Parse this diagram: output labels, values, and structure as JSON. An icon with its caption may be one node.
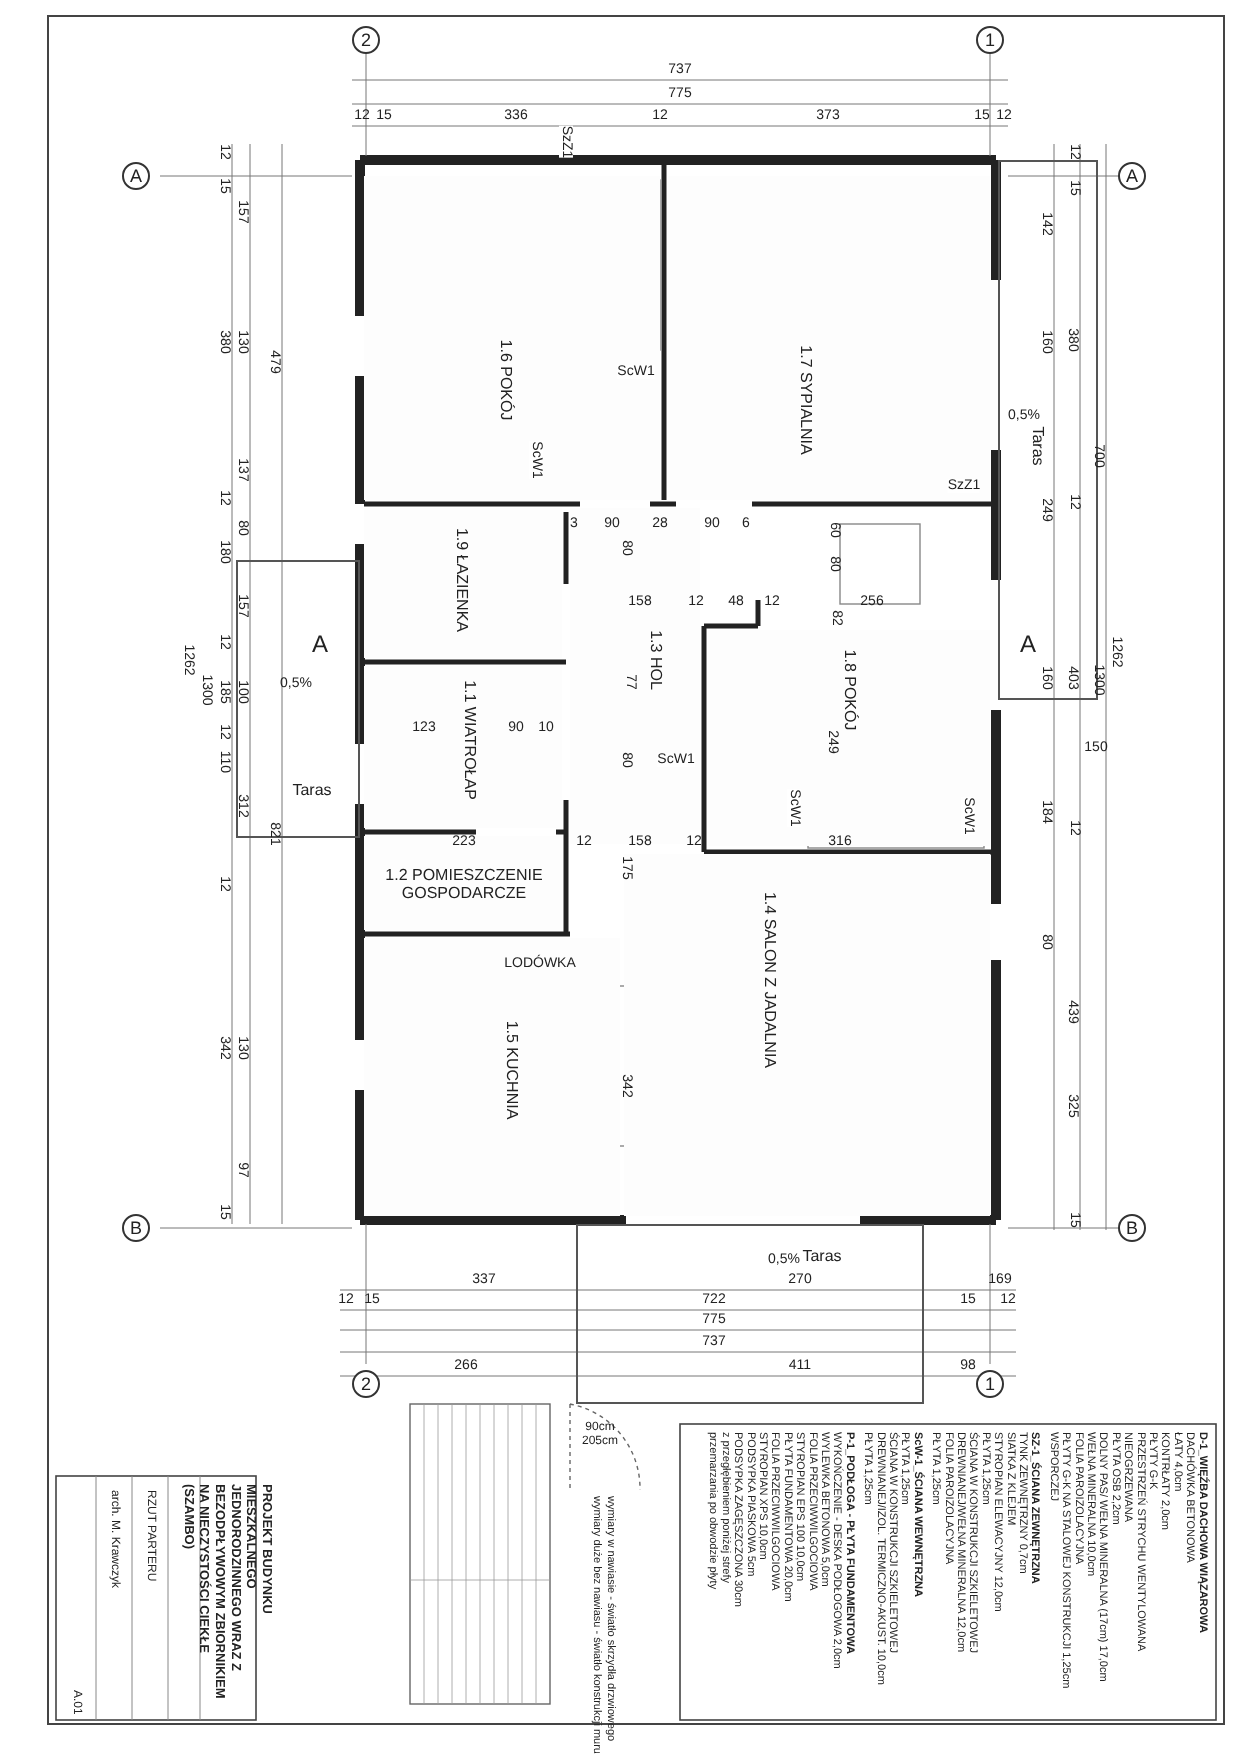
{
  "diagram": {
    "nodes": [
      {
        "text": [
          "1.6 POKÓJ"
        ]
      },
      {
        "text": [
          "1.7 SYPIALNIA"
        ]
      },
      {
        "text": [
          "1.9 ŁAZIENKA"
        ]
      },
      {
        "text": [
          "1.3 HOL"
        ]
      },
      {
        "text": [
          "1.8 POKÓJ"
        ]
      },
      {
        "text": [
          "1.1 WIATROŁAP"
        ]
      },
      {
        "text": [
          "1.2 POMIESZCZENIE GOSPODARCZE"
        ]
      },
      {
        "text": [
          "1.4 SALON Z JADALNIA"
        ]
      },
      {
        "text": [
          "1.5 KUCHNIA"
        ]
      },
      {
        "text": [
          "Taras"
        ]
      },
      {
        "text": [
          "Taras"
        ]
      },
      {
        "text": [
          "Taras"
        ]
      }
    ],
    "labels": [
      "2",
      "1",
      "737",
      "775",
      "12",
      "15",
      "336",
      "12",
      "373",
      "15",
      "12",
      "A",
      "A",
      "B",
      "B",
      "12",
      "15",
      "157",
      "380",
      "130",
      "479",
      "137",
      "12",
      "80",
      "180",
      "157",
      "12",
      "185",
      "100",
      "12",
      "110",
      "312",
      "821",
      "12",
      "342",
      "130",
      "97",
      "15",
      "1300",
      "1262",
      "12",
      "15",
      "142",
      "160",
      "380",
      "700",
      "12",
      "249",
      "160",
      "403",
      "1300",
      "1262",
      "150",
      "184",
      "12",
      "80",
      "439",
      "325",
      "15",
      "337",
      "270",
      "169",
      "12",
      "15",
      "722",
      "15",
      "12",
      "775",
      "737",
      "266",
      "411",
      "98",
      "2",
      "1",
      "SzZ1",
      "ScW1",
      "ScW1",
      "SzZ1",
      "3",
      "90",
      "28",
      "90",
      "6",
      "80",
      "60",
      "80",
      "158",
      "12",
      "48",
      "12",
      "256",
      "82",
      "77",
      "123",
      "90",
      "10",
      "80",
      "ScW1",
      "249",
      "ScW1",
      "ScW1",
      "223",
      "12",
      "158",
      "12",
      "316",
      "175",
      "LODÓWKA",
      "342",
      "0,5%",
      "0,5%",
      "0,5%",
      "A",
      "A",
      "D-1_WIĘŹBA DACHOWA WIĄZAROWA",
      "DACHÓWKA BETONOWA",
      "ŁATY 4,0cm",
      "KONTRŁATY 2,0cm",
      "PŁYTY G-K",
      "PRZESTRZEŃ STRYCHU WENTYLOWANA",
      "NIEOGRZEWANA",
      "PŁYTA OSB 2,2cm",
      "DOLNY PAS/ WEŁNA MINERALNA (17cm) 17,0cm",
      "WEŁNA MINERALNA 10,0cm",
      "FOLIA PAROIZOLACYJNA",
      "PŁYTY G-K NA STALOWEJ KONSTRUKCJI 1,25cm",
      "WSPORCZEJ",
      "SZ-1_ŚCIANA ZEWNĘTRZNA",
      "TYNK ZEWNĘTRZNY 0,7cm",
      "SIATKA Z KLEJEM",
      "STYROPIAN ELEWACYJNY 12,0cm",
      "PŁYTA 1,25cm",
      "ŚCIANA W KONSTRUKCJI SZKIELETOWEJ",
      "DREWNIANEJ/WEŁNA MINERALNA 12,0cm",
      "FOLIA PAROIZOLACYJNA",
      "PŁYTA 1,25cm",
      "ScW-1_ŚCIANA WEWNĘTRZNA",
      "PŁYTA 1,25cm",
      "ŚCIANA W KONSTRUKCJI SZKIELETOWEJ",
      "DREWNIANEJ/IZOL. TERMICZNO-AKUST. 10,0cm",
      "PŁYTA 1,25cm",
      "P-1_PODŁOGA - PŁYTA FUNDAMENTOWA",
      "WYKOŃCZENIE - DESKA PODŁOGOWA 2,0cm",
      "WYLEWKA BETONOWA 5,0cm",
      "FOLIA PRZECIWWILGOCIOWA",
      "STYROPIAN EPS 100 10,0cm",
      "PŁYTA FUNDAMENTOWA 20,0cm",
      "FOLIA PRZECIWWILGOCIOWA",
      "STYROPIAN XPS 10,0cm",
      "PODSYPKA PIASKOWA 5cm",
      "PODSYPKA ZAGĘSZCZONA 30cm",
      "z przegłębieniem poniżej strefy",
      "przemarzania po obwodzie płyty",
      "90cm",
      "205cm",
      "wymiary w nawiasie - światło skrzydła drzwiowego",
      "wymiary duże bez nawiasu - światło konstrukcji muru",
      "PROJEKT BUDYNKU MIESZKALNEGO JEDNORODZINNEGO WRAZ Z BEZODPŁYWOWYM ZBIORNIKIEM NA NIECZYSTOŚCI CIEKŁE (SZAMBO)",
      "RZUT PARTERU",
      "arch. M. Krawczyk",
      "A.01"
    ]
  }
}
